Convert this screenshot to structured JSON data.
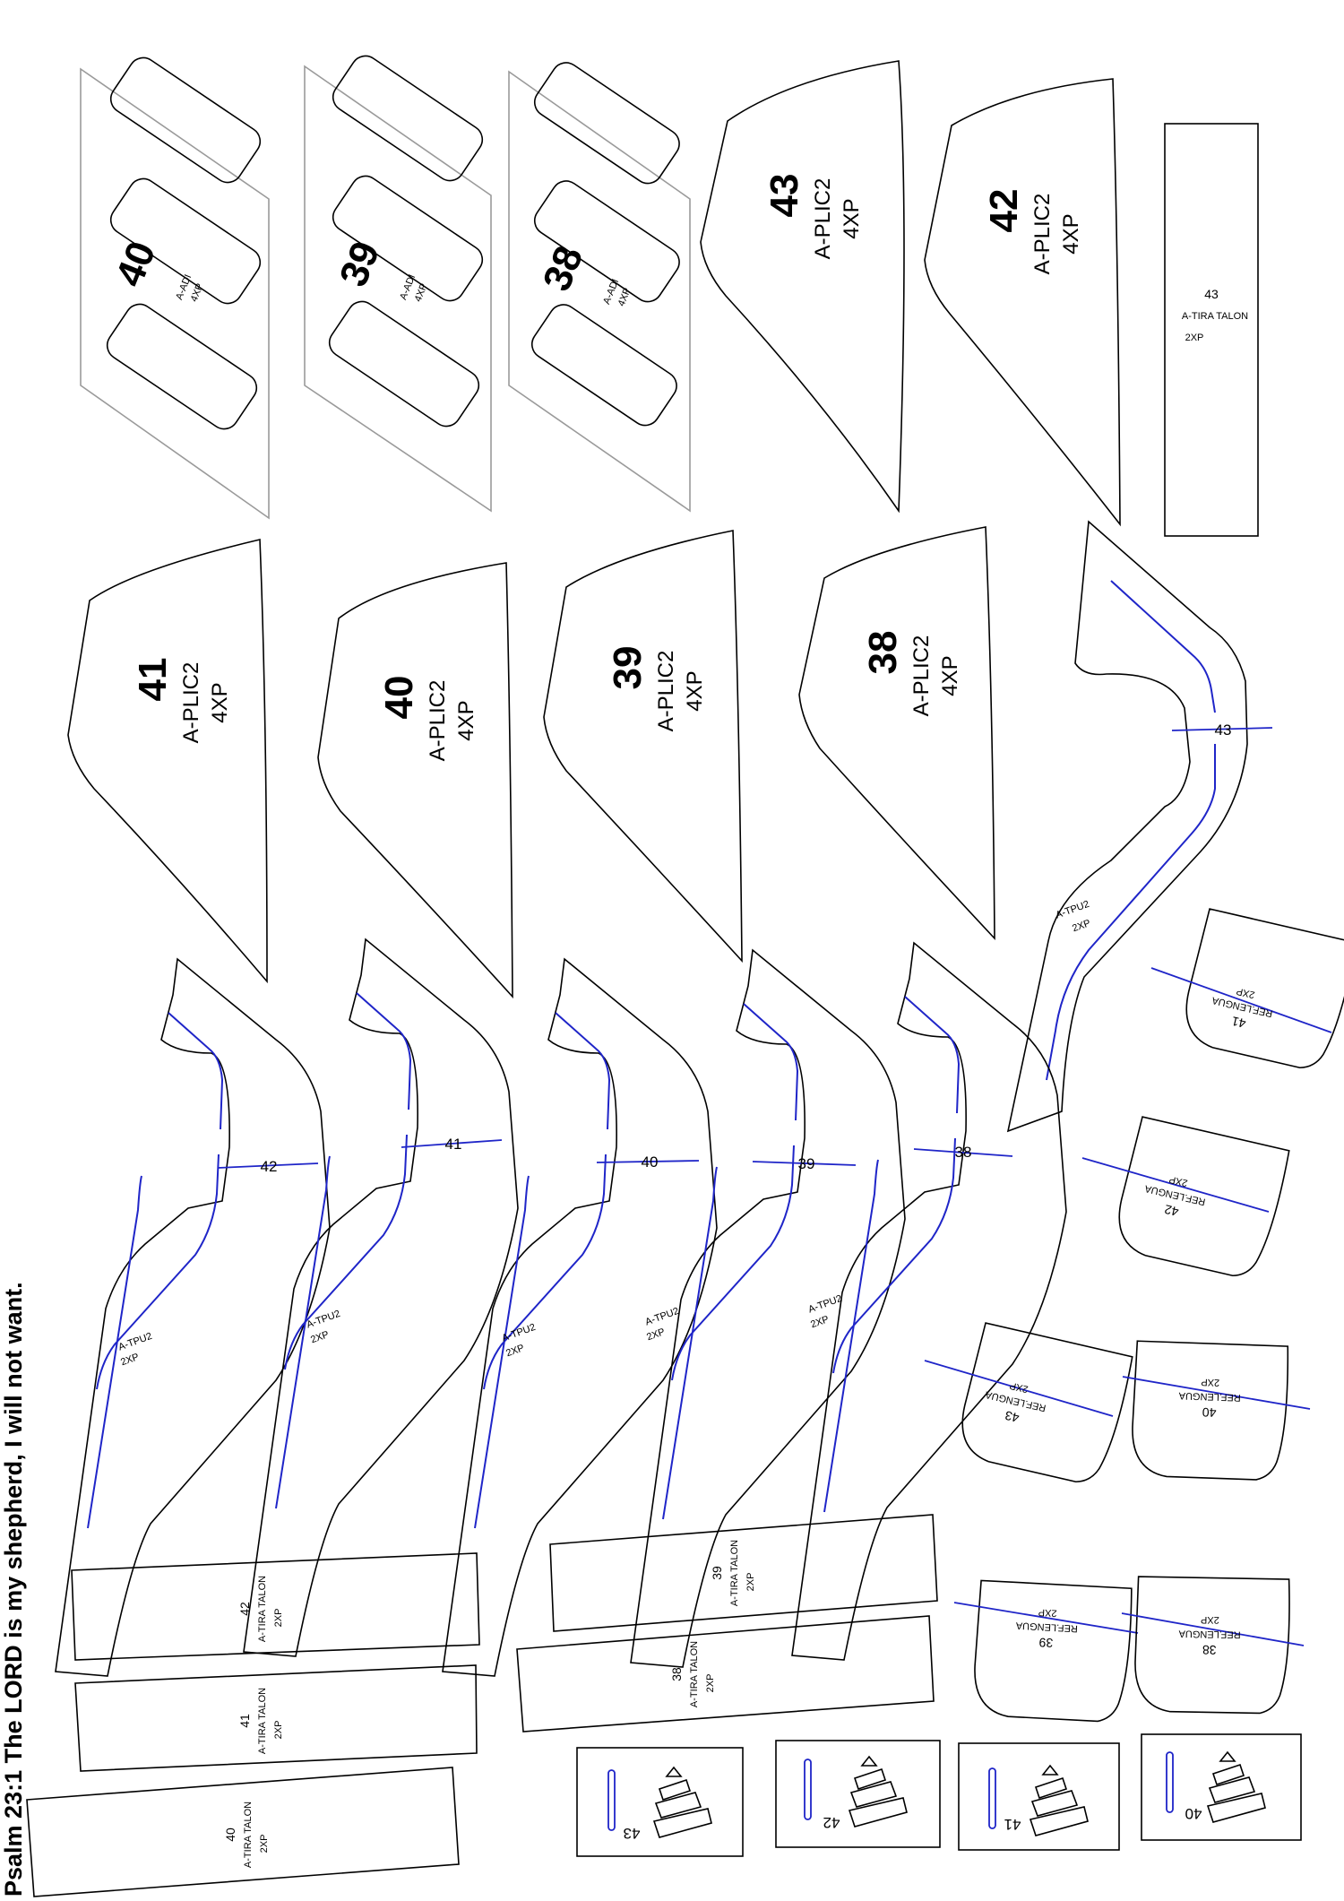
{
  "footer_text": "Psalm 23:1 The LORD is my shepherd, I will not want.",
  "colors": {
    "outline": "#000000",
    "guide": "#1f25c8",
    "frame": "#9a9a9a"
  },
  "adi": [
    {
      "size": "40",
      "name": "A-ADI",
      "qty": "4XP"
    },
    {
      "size": "39",
      "name": "A-ADI",
      "qty": "4XP"
    },
    {
      "size": "38",
      "name": "A-ADI",
      "qty": "4XP"
    }
  ],
  "plic_top": [
    {
      "size": "43",
      "name": "A-PLIC2",
      "qty": "4XP"
    },
    {
      "size": "42",
      "name": "A-PLIC2",
      "qty": "4XP"
    }
  ],
  "plic_mid": [
    {
      "size": "41",
      "name": "A-PLIC2",
      "qty": "4XP"
    },
    {
      "size": "40",
      "name": "A-PLIC2",
      "qty": "4XP"
    },
    {
      "size": "39",
      "name": "A-PLIC2",
      "qty": "4XP"
    },
    {
      "size": "38",
      "name": "A-PLIC2",
      "qty": "4XP"
    }
  ],
  "tira_top": {
    "size": "43",
    "name": "A-TIRA TALON",
    "qty": "2XP"
  },
  "tpu_right": {
    "size": "43",
    "name": "A-TPU2",
    "qty": "2XP"
  },
  "tpu": [
    {
      "size": "42",
      "name": "A-TPU2",
      "qty": "2XP"
    },
    {
      "size": "41",
      "name": "A-TPU2",
      "qty": "2XP"
    },
    {
      "size": "40",
      "name": "A-TPU2",
      "qty": "2XP"
    },
    {
      "size": "39",
      "name": "A-TPU2",
      "qty": "2XP"
    },
    {
      "size": "38",
      "name": "A-TPU2",
      "qty": "2XP"
    }
  ],
  "lengua": [
    {
      "size": "41",
      "name": "REF.LENGUA",
      "qty": "2XP"
    },
    {
      "size": "42",
      "name": "REF.LENGUA",
      "qty": "2XP"
    },
    {
      "size": "43",
      "name": "REF.LENGUA",
      "qty": "2XP"
    },
    {
      "size": "40",
      "name": "REF.LENGUA",
      "qty": "2XP"
    },
    {
      "size": "39",
      "name": "REF.LENGUA",
      "qty": "2XP"
    },
    {
      "size": "38",
      "name": "REF.LENGUA",
      "qty": "2XP"
    }
  ],
  "tira_low": [
    {
      "size": "42",
      "name": "A-TIRA TALON",
      "qty": "2XP"
    },
    {
      "size": "41",
      "name": "A-TIRA TALON",
      "qty": "2XP"
    },
    {
      "size": "40",
      "name": "A-TIRA TALON",
      "qty": "2XP"
    },
    {
      "size": "39",
      "name": "A-TIRA TALON",
      "qty": "2XP"
    },
    {
      "size": "38",
      "name": "A-TIRA TALON",
      "qty": "2XP"
    }
  ],
  "tabs": [
    {
      "size": "43"
    },
    {
      "size": "42"
    },
    {
      "size": "41"
    },
    {
      "size": "40"
    }
  ]
}
